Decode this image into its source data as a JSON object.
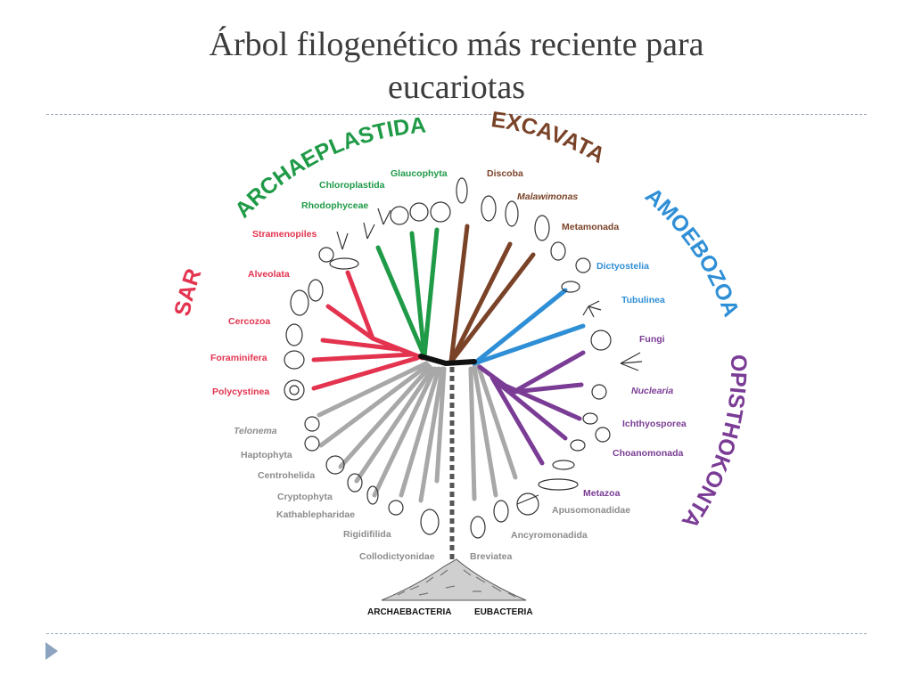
{
  "slide": {
    "title_line1": "Árbol filogenético más reciente para",
    "title_line2": "eucariotas"
  },
  "colors": {
    "sar": "#e3334f",
    "archaeplastida": "#1f9a47",
    "excavata": "#7a4328",
    "amoebozoa": "#2f8fd6",
    "opisthokonta": "#7a3c95",
    "other": "#a8a8a8",
    "root": "#111111"
  },
  "supergroups": [
    {
      "name": "SAR",
      "color": "#e3334f"
    },
    {
      "name": "ARCHAEPLASTIDA",
      "color": "#1f9a47"
    },
    {
      "name": "EXCAVATA",
      "color": "#7a4328"
    },
    {
      "name": "AMOEBOZOA",
      "color": "#2f8fd6"
    },
    {
      "name": "OPISTHOKONTA",
      "color": "#7a3c95"
    }
  ],
  "lineages": {
    "stramenopiles": "Stramenopiles",
    "alveolata": "Alveolata",
    "cercozoa": "Cercozoa",
    "foraminifera": "Foraminifera",
    "polycystinea": "Polycystinea",
    "rhodophyceae": "Rhodophyceae",
    "chloroplastida": "Chloroplastida",
    "glaucophyta": "Glaucophyta",
    "discoba": "Discoba",
    "malawimonas": "Malawimonas",
    "metamonada": "Metamonada",
    "dictyostelia": "Dictyostelia",
    "tubulinea": "Tubulinea",
    "fungi": "Fungi",
    "nuclearia": "Nuclearia",
    "ichthyosporea": "Ichthyosporea",
    "choanomonada": "Choanomonada",
    "metazoa": "Metazoa",
    "telonema": "Telonema",
    "haptophyta": "Haptophyta",
    "centrohelida": "Centrohelida",
    "cryptophyta": "Cryptophyta",
    "kathablepharidae": "Kathablepharidae",
    "rigidifilida": "Rigidifilida",
    "collodictyonidae": "Collodictyonidae",
    "breviatea": "Breviatea",
    "ancyromonadida": "Ancyromonadida",
    "apusomonadidae": "Apusomonadidae"
  },
  "base": {
    "archaebacteria": "ARCHAEBACTERIA",
    "eubacteria": "EUBACTERIA"
  },
  "icons": [
    "next-slide-arrow-icon",
    "organism-sketch-icon"
  ]
}
